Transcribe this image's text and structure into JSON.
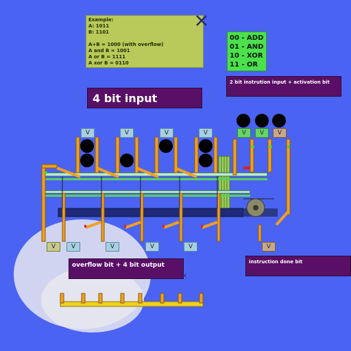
{
  "example_panel": {
    "lines": [
      "Example:",
      "A: 1011",
      "B: 1101",
      "",
      "A+B = 1000 (with overflow)",
      "A and B = 1001",
      "A or B = 1111",
      "A xor B = 0110"
    ]
  },
  "opcodes_panel": {
    "lines": [
      "00 - ADD",
      "01 - AND",
      "10 - XOR",
      "11 - OR"
    ]
  },
  "labels": {
    "four_bit_input": "4 bit input",
    "instruction_input": "2 bit instrution input + activation bit",
    "overflow_output": "overflow bit + 4 bit output",
    "instruction_done": "instruction done bit"
  },
  "tile_glyph": "V",
  "icons": {
    "close": "close-icon",
    "delete": "delete-x-icon"
  },
  "colors": {
    "background": "#4a63f3",
    "frame": "#f0a020",
    "label_box": "#5a0f66",
    "example_panel": "#b9c95a",
    "opcode_panel": "#4de04d",
    "output_bar": "#f0d020"
  }
}
